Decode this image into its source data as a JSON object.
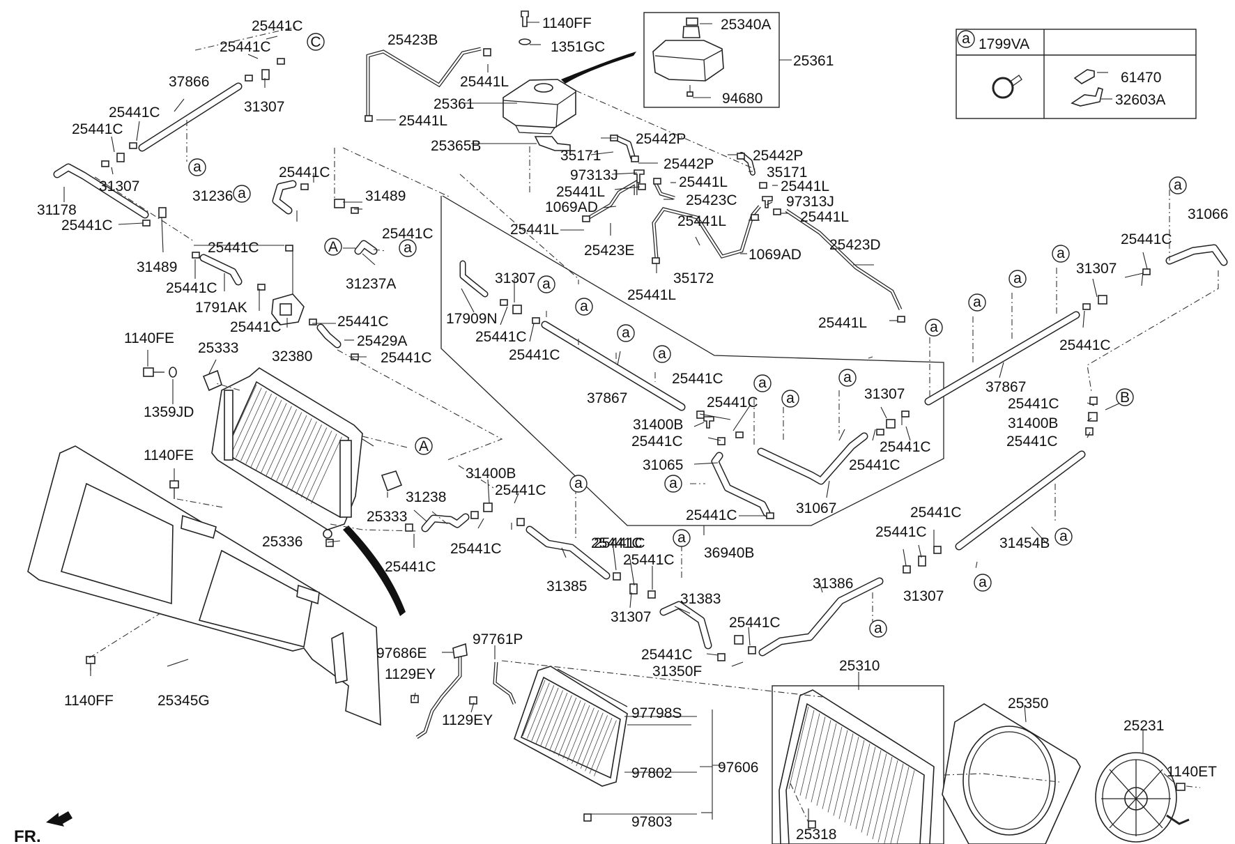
{
  "parts": {
    "p25441C_a": "25441C",
    "p25441C_b": "25441C",
    "p31307_a": "31307",
    "p37866": "37866",
    "p25441C_c": "25441C",
    "p25441C_d": "25441C",
    "p31307_b": "31307",
    "p31178": "31178",
    "p25441C_e": "25441C",
    "p31489_a": "31489",
    "p25441C_f": "25441C",
    "p1791AK": "1791AK",
    "p25441C_g": "25441C",
    "p31236": "31236",
    "p25441C_h": "25441C",
    "p31489_b": "31489",
    "p25441C_i": "25441C",
    "p31237A": "31237A",
    "p25441C_j": "25441C",
    "p25441C_k": "25441C",
    "p32380": "32380",
    "p25429A": "25429A",
    "p25441C_l": "25441C",
    "p1140FE_a": "1140FE",
    "p25333_a": "25333",
    "p1359JD": "1359JD",
    "p1140FE_b": "1140FE",
    "p25333_b": "25333",
    "p31238": "31238",
    "p25336": "25336",
    "p25441C_m": "25441C",
    "p25441C_n": "25441C",
    "p31400B_a": "31400B",
    "p25441C_o": "25441C",
    "p25441C_p": "25441C",
    "p1140FF_a": "1140FF",
    "p25345G": "25345G",
    "p1140FF_b": "1140FF",
    "p1351GC": "1351GC",
    "p25423B": "25423B",
    "p25441L_a": "25441L",
    "p25361_a": "25361",
    "p25441L_b": "25441L",
    "p25365B": "25365B",
    "p25340A": "25340A",
    "p25361_b": "25361",
    "p94680": "94680",
    "p1799VA": "1799VA",
    "p61470": "61470",
    "p32603A": "32603A",
    "p25442P_a": "25442P",
    "p35171_a": "35171",
    "p25442P_b": "25442P",
    "p97313J_a": "97313J",
    "p25441L_c": "25441L",
    "p25441L_d": "25441L",
    "p25423C": "25423C",
    "p1069AD_a": "1069AD",
    "p25442P_c": "25442P",
    "p35171_b": "35171",
    "p25441L_e": "25441L",
    "p97313J_b": "97313J",
    "p25441L_f": "25441L",
    "p25441L_g": "25441L",
    "p25441L_h": "25441L",
    "p25423E": "25423E",
    "p1069AD_b": "1069AD",
    "p35172": "35172",
    "p25441L_i": "25441L",
    "p25423D": "25423D",
    "p25441L_j": "25441L",
    "p31307_c": "31307",
    "p17909N": "17909N",
    "p25441C_q": "25441C",
    "p25441C_r": "25441C",
    "p37867_a": "37867",
    "p25441C_s": "25441C",
    "p25441C_t": "25441C",
    "p31400B_b": "31400B",
    "p25441C_u": "25441C",
    "p31065": "31065",
    "p31307_d": "31307",
    "p25441C_v": "25441C",
    "p25441C_w": "25441C",
    "p25441C_x": "25441C",
    "p31067": "31067",
    "p36940B": "36940B",
    "p31066": "31066",
    "p25441C_y": "25441C",
    "p31307_e": "31307",
    "p37867_b": "37867",
    "p25441C_z": "25441C",
    "p25441C_aa": "25441C",
    "p31400B_c": "31400B",
    "p25441C_ab": "25441C",
    "p31454B": "31454B",
    "p25441C_ac": "25441C",
    "p25441C_ad": "25441C",
    "p31307_f": "31307",
    "p31385": "31385",
    "p25441C_ae": "25441C",
    "p25441C_af": "25441C",
    "p31307_g": "31307",
    "p31383": "31383",
    "p31386": "31386",
    "p25441C_ag": "25441C",
    "p25441C_ah": "25441C",
    "p31350F": "31350F",
    "p97761P": "97761P",
    "p97686E": "97686E",
    "p1129EY_a": "1129EY",
    "p1129EY_b": "1129EY",
    "p97798S": "97798S",
    "p97606": "97606",
    "p97802": "97802",
    "p97803": "97803",
    "p25310": "25310",
    "p25318": "25318",
    "p25350": "25350",
    "p25231": "25231",
    "p1140ET": "1140ET",
    "fr_label": "FR."
  },
  "callouts": {
    "a": "a",
    "A": "A",
    "B": "B",
    "C": "C"
  }
}
